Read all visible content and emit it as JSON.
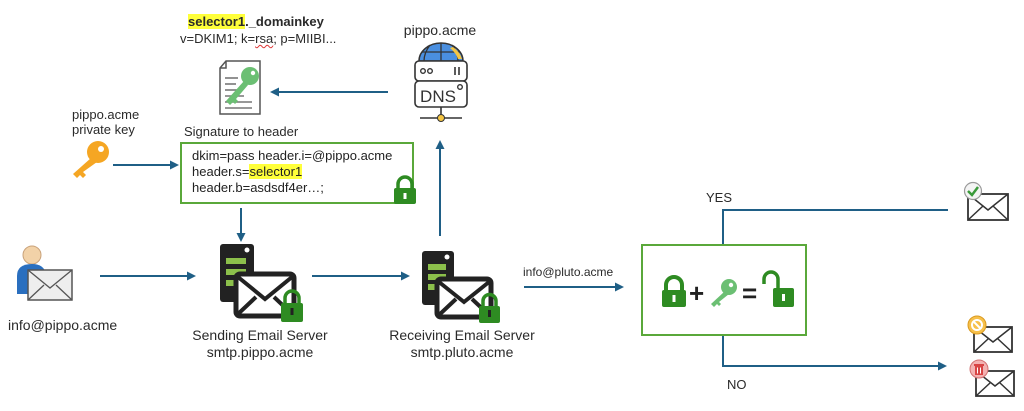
{
  "dns_record": {
    "selector": "selector1",
    "name_suffix": "._domainkey",
    "value_prefix": "v=DKIM1; k=",
    "value_rsa": "rsa",
    "value_suffix": "; p=MIIBI..."
  },
  "dns_server": {
    "label": "pippo.acme",
    "icon_text": "DNS"
  },
  "private_key": {
    "line1": "pippo.acme",
    "line2": "private key"
  },
  "signature": {
    "title": "Signature to header",
    "line1": "dkim=pass header.i=@pippo.acme",
    "line2_prefix": "header.s=",
    "line2_selector": "selector1",
    "line3": "header.b=asdsdf4er…;"
  },
  "sender": {
    "email": "info@pippo.acme"
  },
  "sending_server": {
    "title": "Sending Email Server",
    "host": "smtp.pippo.acme"
  },
  "receiving_server": {
    "title": "Receiving Email Server",
    "host": "smtp.pluto.acme"
  },
  "recipient": {
    "email": "info@pluto.acme"
  },
  "verification": {
    "plus": "+",
    "equals": "="
  },
  "outcomes": {
    "yes_label": "YES",
    "no_label": "NO"
  },
  "colors": {
    "arrow": "#1f5f86",
    "green": "#2e8b22",
    "box_border": "#5aa83a",
    "highlight": "#ffff3a",
    "key_orange": "#f5a623",
    "key_green": "#6bbf73"
  }
}
